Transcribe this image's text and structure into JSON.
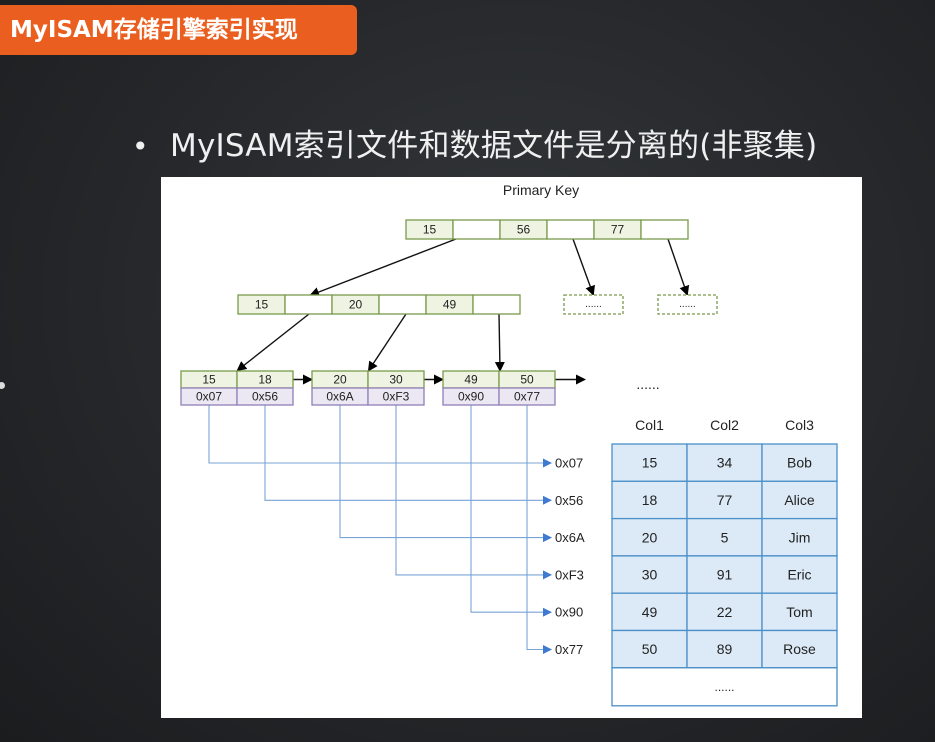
{
  "header": {
    "title": "MyISAM存储引擎索引实现"
  },
  "bullet": {
    "text": "MyISAM索引文件和数据文件是分离的(非聚集)"
  },
  "diagram": {
    "title": "Primary Key",
    "root_keys": [
      "15",
      "56",
      "77"
    ],
    "level2_keys": [
      "15",
      "20",
      "49"
    ],
    "placeholder_label": "......",
    "leaves": [
      {
        "keys": [
          "15",
          "18"
        ],
        "addrs": [
          "0x07",
          "0x56"
        ]
      },
      {
        "keys": [
          "20",
          "30"
        ],
        "addrs": [
          "0x6A",
          "0xF3"
        ]
      },
      {
        "keys": [
          "49",
          "50"
        ],
        "addrs": [
          "0x90",
          "0x77"
        ]
      }
    ],
    "leaf_more": "......",
    "pointer_labels": [
      "0x07",
      "0x56",
      "0x6A",
      "0xF3",
      "0x90",
      "0x77"
    ],
    "table": {
      "columns": [
        "Col1",
        "Col2",
        "Col3"
      ],
      "rows": [
        [
          "15",
          "34",
          "Bob"
        ],
        [
          "18",
          "77",
          "Alice"
        ],
        [
          "20",
          "5",
          "Jim"
        ],
        [
          "30",
          "91",
          "Eric"
        ],
        [
          "49",
          "22",
          "Tom"
        ],
        [
          "50",
          "89",
          "Rose"
        ]
      ],
      "more": "......"
    }
  },
  "colors": {
    "badge": "#ea5f1f",
    "key_fill": "#eef3e2",
    "key_border": "#7a9a4a",
    "addr_fill": "#ece8f3",
    "addr_border": "#8f80b8",
    "table_fill": "#dceaf7",
    "table_border": "#4a8fc9",
    "pointer_line": "#7aa3d6"
  }
}
